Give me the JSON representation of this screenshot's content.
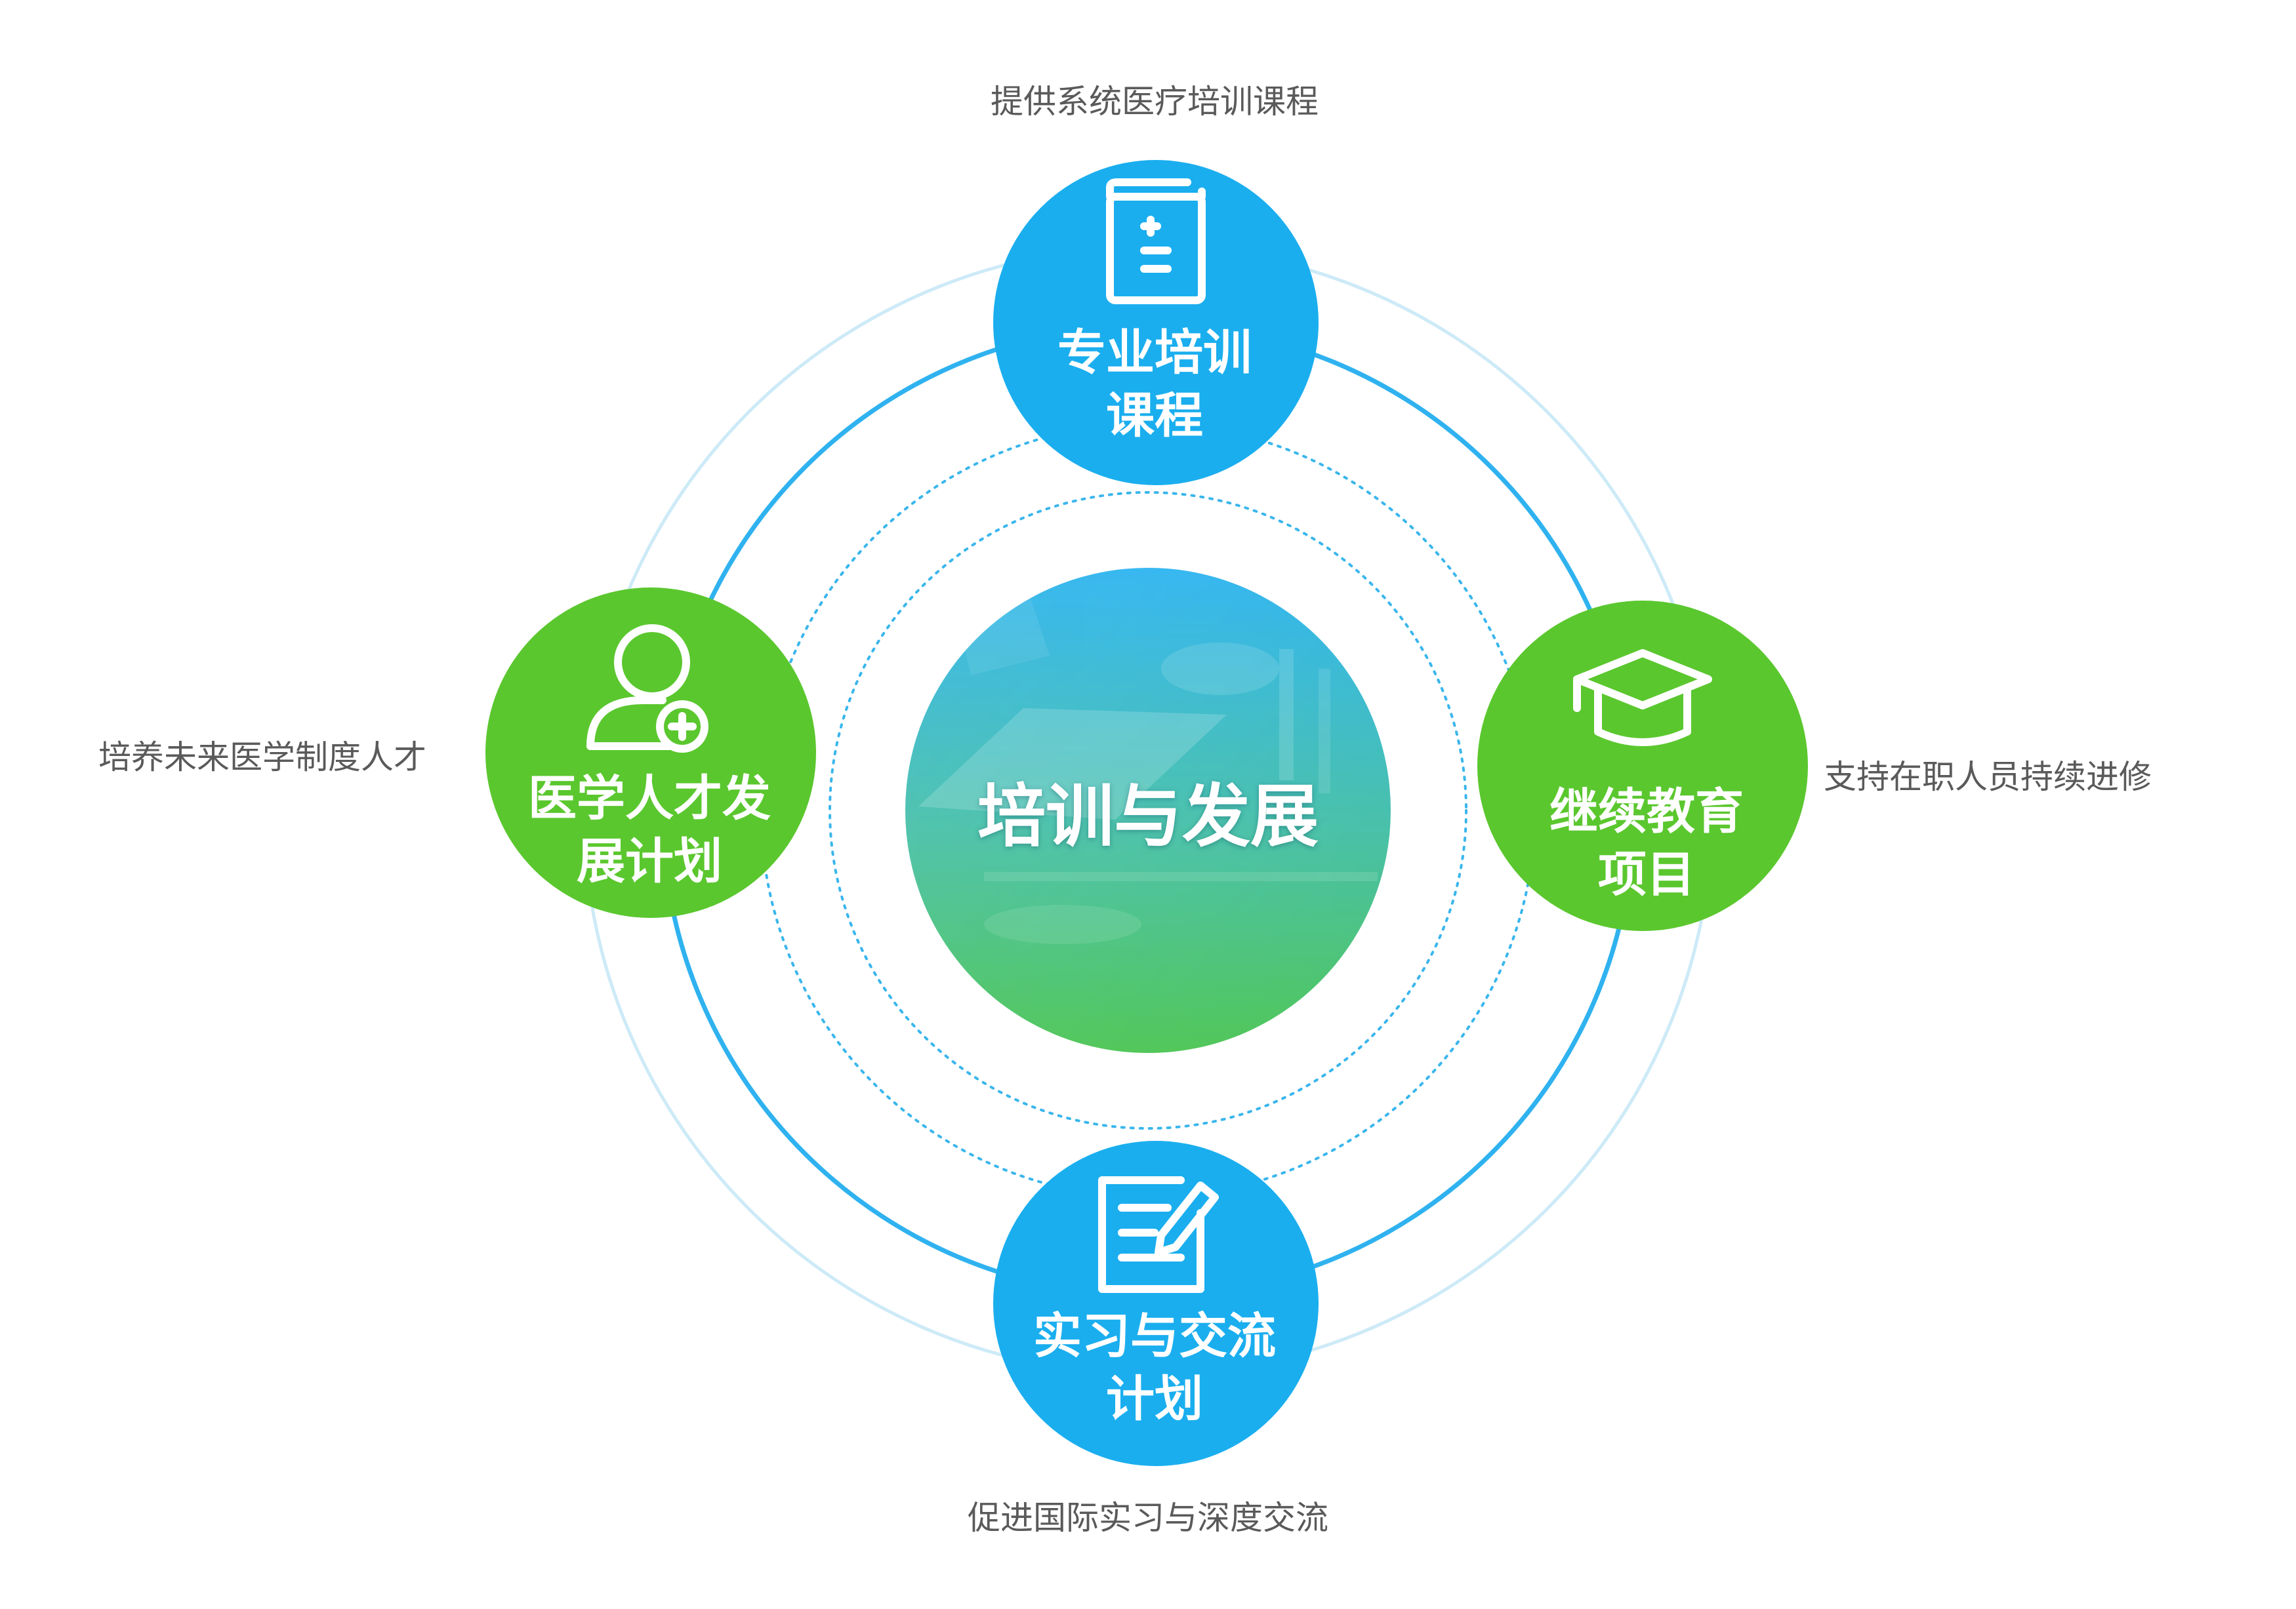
{
  "center": {
    "title": "培训与发展"
  },
  "nodes": [
    {
      "id": "top",
      "label_lines": [
        "专业培训",
        "课程"
      ],
      "caption": "提供系统医疗培训课程",
      "color": "#1aaeef",
      "icon": "medical-book-icon"
    },
    {
      "id": "left",
      "label_lines": [
        "医学人才发",
        "展计划"
      ],
      "caption": "培养未来医学制度人才",
      "color": "#5ac72e",
      "icon": "add-user-icon"
    },
    {
      "id": "right",
      "label_lines": [
        "继续教育",
        "项目"
      ],
      "caption": "支持在职人员持续进修",
      "color": "#5ac72e",
      "icon": "graduation-cap-icon"
    },
    {
      "id": "bottom",
      "label_lines": [
        "实习与交流",
        "计划"
      ],
      "caption": "促进国际实习与深度交流",
      "color": "#1aaeef",
      "icon": "edit-document-icon"
    }
  ],
  "colors": {
    "blue": "#1aaeef",
    "green": "#5ac72e",
    "ring_main": "#2fb2ef",
    "ring_outer": "#cdeaf7",
    "ring_dotted": "#3ab6ec",
    "caption_text": "#5a5a5a"
  }
}
